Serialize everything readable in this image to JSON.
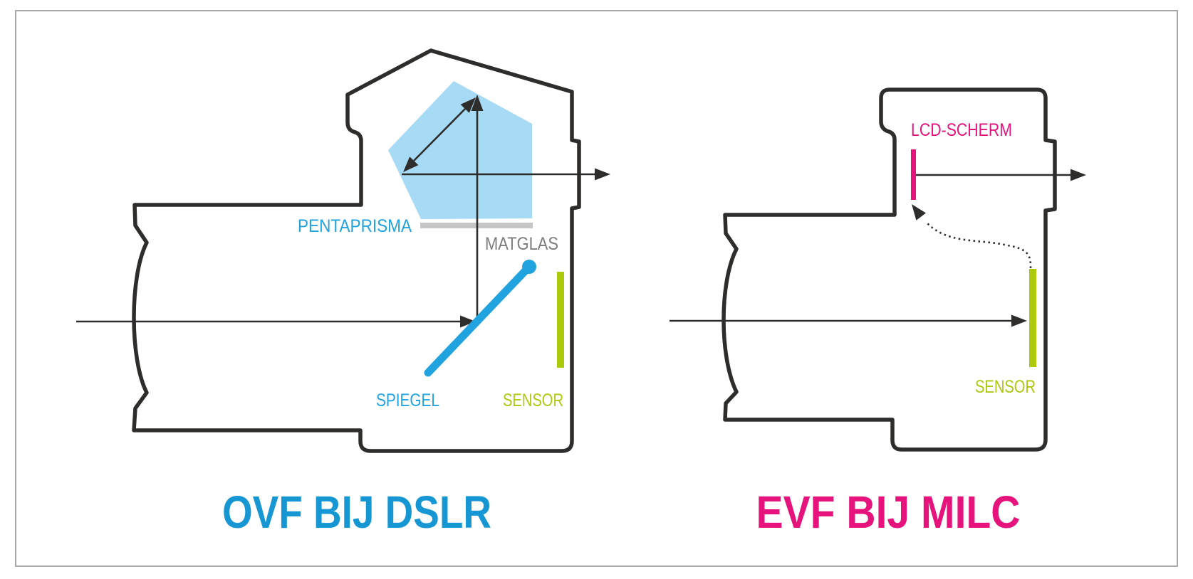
{
  "colors": {
    "outline": "#2e2d2c",
    "blue": "#21a3e0",
    "title_blue": "#1697d4",
    "light_blue": "#a7daf5",
    "green": "#adc90e",
    "pink": "#e5137b",
    "gray_bar": "#c6c6c6",
    "gray_text": "#7d7d7d",
    "border": "#a9a9a9",
    "background": "#ffffff"
  },
  "left_diagram": {
    "title": "OVF BIJ DSLR",
    "labels": {
      "pentaprism": "PENTAPRISMA",
      "ground_glass": "MATGLAS",
      "mirror": "SPIEGEL",
      "sensor": "SENSOR"
    }
  },
  "right_diagram": {
    "title": "EVF BIJ MILC",
    "labels": {
      "lcd": "LCD-SCHERM",
      "sensor": "SENSOR"
    }
  }
}
